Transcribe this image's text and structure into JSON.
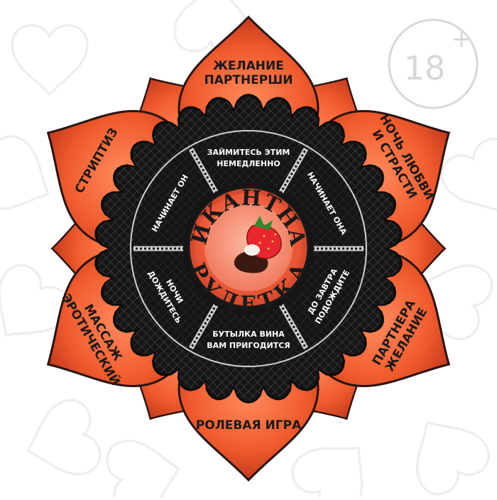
{
  "title": {
    "line1": "ПИКАНТНАЯ",
    "line2": "РУЛЕТКА"
  },
  "age_badge": {
    "number": "18",
    "plus": "+"
  },
  "petals": [
    {
      "line1": "НОЧЬ ЛЮБВИ",
      "line2": "И СТРАСТИ"
    },
    {
      "line1": "ЖЕЛАНИЕ",
      "line2": "ПАРТНЕРА"
    },
    {
      "line1": "РОЛЕВАЯ ИГРА",
      "line2": ""
    },
    {
      "line1": "ЭРОТИЧЕСКИЙ",
      "line2": "МАССАЖ"
    },
    {
      "line1": "СТРИПТИЗ",
      "line2": ""
    },
    {
      "line1": "ЖЕЛАНИЕ",
      "line2": "ПАРТНЕРШИ"
    }
  ],
  "sectors": [
    {
      "line1": "ЗАЙМИТЕСЬ ЭТИМ",
      "line2": "НЕМЕДЛЕННО"
    },
    {
      "line1": "НАЧИНАЕТ ОНА",
      "line2": ""
    },
    {
      "line1": "ПОДОЖДИТЕ",
      "line2": "ДО ЗАВТРА"
    },
    {
      "line1": "ВАМ ПРИГОДИТСЯ",
      "line2": "БУТЫЛКА ВИНА"
    },
    {
      "line1": "ДОЖДИТЕСЬ",
      "line2": "НОЧИ"
    },
    {
      "line1": "НАЧИНАЕТ ОН",
      "line2": ""
    }
  ],
  "icons": {
    "center": "chocolate-strawberry-icon",
    "badge": "age-18-plus-icon"
  },
  "colors": {
    "petal": "#f05a2c",
    "petal_highlight": "#ff8a5c",
    "petal_shadow": "#b8321a",
    "petal_outline": "#2a1410",
    "board": "#151515",
    "lace": "#5a5a5a",
    "ring_line": "#d0d0d0",
    "center_red": "#ee5a3a",
    "center_rim": "#d74a2e",
    "strawberry": "#e8262e",
    "chocolate": "#3a1a10",
    "background_pattern": "#ececec",
    "badge": "#d8d8d8"
  }
}
